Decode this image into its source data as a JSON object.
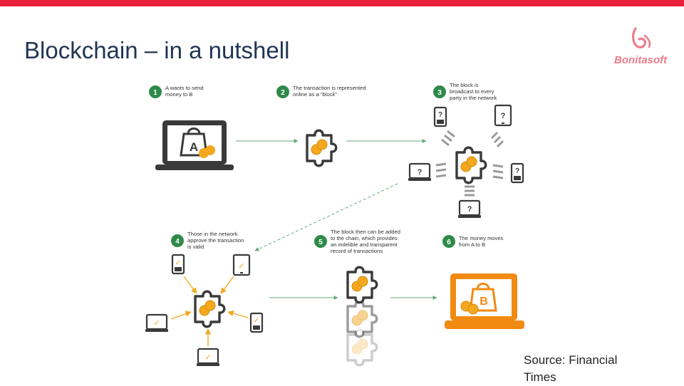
{
  "slide": {
    "title": "Blockchain – in a nutshell",
    "source": "Source: Financial Times",
    "accent_color": "#e8203a",
    "title_color": "#1f3552"
  },
  "logo": {
    "text": "Bonitasoft",
    "color": "#ee7b8c"
  },
  "diagram": {
    "colors": {
      "step_badge": "#2f8a4a",
      "device": "#3a3a3a",
      "coin": "#f3a81d",
      "destination": "#f18a12",
      "arrow": "#66a97a"
    },
    "steps": [
      {
        "number": "1",
        "lines": [
          "A wants to send",
          "money to B"
        ],
        "icon": "laptop-wallet-a"
      },
      {
        "number": "2",
        "lines": [
          "The transaction is represented",
          "online as a \"block\""
        ],
        "icon": "puzzle-block"
      },
      {
        "number": "3",
        "lines": [
          "The block is",
          "broadcast to every",
          "party in the network"
        ],
        "icon": "broadcast-network"
      },
      {
        "number": "4",
        "lines": [
          "Those in the network",
          "approve the transaction",
          "is valid"
        ],
        "icon": "network-approval"
      },
      {
        "number": "5",
        "lines": [
          "The block then can be added",
          "to the chain, which provides",
          "an indelible and transparent",
          "record of transactions"
        ],
        "icon": "block-chain"
      },
      {
        "number": "6",
        "lines": [
          "The money moves",
          "from A to B"
        ],
        "icon": "laptop-wallet-b"
      }
    ],
    "wallet_a_label": "A",
    "wallet_b_label": "B",
    "unknown_mark": "?",
    "approved_mark": "✓"
  }
}
